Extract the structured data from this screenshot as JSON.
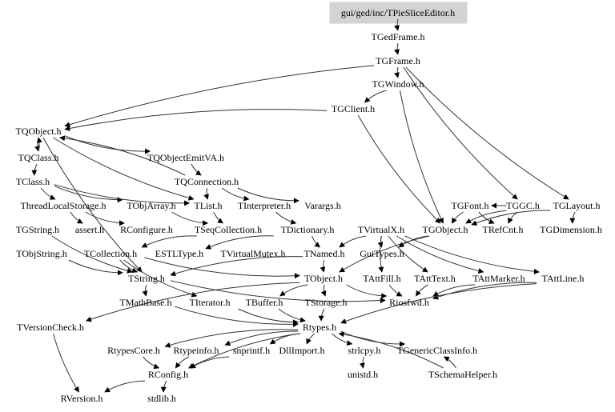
{
  "diagram": {
    "title": "gui/ged/inc/TPieSliceEditor.h",
    "type": "include-dependency-graph",
    "root": "gui/ged/inc/TPieSliceEditor.h",
    "colors": {
      "root_fill": "#d3d3d3",
      "edge": "#333333",
      "text": "#000000",
      "background": "#ffffff"
    },
    "nodes": [
      {
        "id": "root",
        "label": "gui/ged/inc/TPieSliceEditor.h"
      },
      {
        "id": "TGedFrame",
        "label": "TGedFrame.h"
      },
      {
        "id": "TGFrame",
        "label": "TGFrame.h"
      },
      {
        "id": "TGWindow",
        "label": "TGWindow.h"
      },
      {
        "id": "TGClient",
        "label": "TGClient.h"
      },
      {
        "id": "TQObject",
        "label": "TQObject.h"
      },
      {
        "id": "TQClass",
        "label": "TQClass.h"
      },
      {
        "id": "TQObjectEmitVA",
        "label": "TQObjectEmitVA.h"
      },
      {
        "id": "TClass",
        "label": "TClass.h"
      },
      {
        "id": "TQConnection",
        "label": "TQConnection.h"
      },
      {
        "id": "ThreadLocalStorage",
        "label": "ThreadLocalStorage.h"
      },
      {
        "id": "TObjArray",
        "label": "TObjArray.h"
      },
      {
        "id": "TList",
        "label": "TList.h"
      },
      {
        "id": "TInterpreter",
        "label": "TInterpreter.h"
      },
      {
        "id": "Varargs",
        "label": "Varargs.h"
      },
      {
        "id": "TGFont",
        "label": "TGFont.h"
      },
      {
        "id": "TGGC",
        "label": "TGGC.h"
      },
      {
        "id": "TGLayout",
        "label": "TGLayout.h"
      },
      {
        "id": "TGString",
        "label": "TGString.h"
      },
      {
        "id": "assert",
        "label": "assert.h"
      },
      {
        "id": "RConfigure",
        "label": "RConfigure.h"
      },
      {
        "id": "TSeqCollection",
        "label": "TSeqCollection.h"
      },
      {
        "id": "TDictionary",
        "label": "TDictionary.h"
      },
      {
        "id": "TVirtualX",
        "label": "TVirtualX.h"
      },
      {
        "id": "TGObject",
        "label": "TGObject.h"
      },
      {
        "id": "TRefCnt",
        "label": "TRefCnt.h"
      },
      {
        "id": "TGDimension",
        "label": "TGDimension.h"
      },
      {
        "id": "TObjString",
        "label": "TObjString.h"
      },
      {
        "id": "TCollection",
        "label": "TCollection.h"
      },
      {
        "id": "ESTLType",
        "label": "ESTLType.h"
      },
      {
        "id": "TVirtualMutex",
        "label": "TVirtualMutex.h"
      },
      {
        "id": "TNamed",
        "label": "TNamed.h"
      },
      {
        "id": "GuiTypes",
        "label": "GuiTypes.h"
      },
      {
        "id": "TString",
        "label": "TString.h"
      },
      {
        "id": "TObject",
        "label": "TObject.h"
      },
      {
        "id": "TAttFill",
        "label": "TAttFill.h"
      },
      {
        "id": "TAttText",
        "label": "TAttText.h"
      },
      {
        "id": "TAttMarker",
        "label": "TAttMarker.h"
      },
      {
        "id": "TAttLine",
        "label": "TAttLine.h"
      },
      {
        "id": "TMathBase",
        "label": "TMathBase.h"
      },
      {
        "id": "TIterator",
        "label": "TIterator.h"
      },
      {
        "id": "TBuffer",
        "label": "TBuffer.h"
      },
      {
        "id": "TStorage",
        "label": "TStorage.h"
      },
      {
        "id": "Riosfwd",
        "label": "Riosfwd.h"
      },
      {
        "id": "TVersionCheck",
        "label": "TVersionCheck.h"
      },
      {
        "id": "Rtypes",
        "label": "Rtypes.h"
      },
      {
        "id": "RtypesCore",
        "label": "RtypesCore.h"
      },
      {
        "id": "Rtypeinfo",
        "label": "Rtypeinfo.h"
      },
      {
        "id": "snprintf",
        "label": "snprintf.h"
      },
      {
        "id": "DllImport",
        "label": "DllImport.h"
      },
      {
        "id": "strlcpy",
        "label": "strlcpy.h"
      },
      {
        "id": "TGenericClassInfo",
        "label": "TGenericClassInfo.h"
      },
      {
        "id": "RConfig",
        "label": "RConfig.h"
      },
      {
        "id": "unistd",
        "label": "unistd.h"
      },
      {
        "id": "TSchemaHelper",
        "label": "TSchemaHelper.h"
      },
      {
        "id": "RVersion",
        "label": "RVersion.h"
      },
      {
        "id": "stdlib",
        "label": "stdlib.h"
      }
    ],
    "edges": [
      [
        "root",
        "TGedFrame"
      ],
      [
        "TGedFrame",
        "TGFrame"
      ],
      [
        "TGFrame",
        "TGWindow"
      ],
      [
        "TGFrame",
        "TQObject"
      ],
      [
        "TGFrame",
        "TGGC"
      ],
      [
        "TGFrame",
        "TGLayout"
      ],
      [
        "TGWindow",
        "TGClient"
      ],
      [
        "TGWindow",
        "TGObject"
      ],
      [
        "TGClient",
        "TQObject"
      ],
      [
        "TGClient",
        "TGObject"
      ],
      [
        "TQObject",
        "TQClass"
      ],
      [
        "TQObject",
        "TQObjectEmitVA"
      ],
      [
        "TQObject",
        "TList"
      ],
      [
        "TQObject",
        "TString"
      ],
      [
        "TQClass",
        "TQObject"
      ],
      [
        "TQClass",
        "TClass"
      ],
      [
        "TQObjectEmitVA",
        "TQConnection"
      ],
      [
        "TQConnection",
        "TQObject"
      ],
      [
        "TQConnection",
        "TList"
      ],
      [
        "TQConnection",
        "TInterpreter"
      ],
      [
        "TQConnection",
        "Varargs"
      ],
      [
        "TClass",
        "ThreadLocalStorage"
      ],
      [
        "TClass",
        "TObjArray"
      ],
      [
        "TClass",
        "TList"
      ],
      [
        "ThreadLocalStorage",
        "RConfigure"
      ],
      [
        "ThreadLocalStorage",
        "assert"
      ],
      [
        "TObjArray",
        "TSeqCollection"
      ],
      [
        "TList",
        "TSeqCollection"
      ],
      [
        "TInterpreter",
        "TDictionary"
      ],
      [
        "TSeqCollection",
        "TCollection"
      ],
      [
        "TDictionary",
        "TNamed"
      ],
      [
        "TDictionary",
        "ESTLType"
      ],
      [
        "TGGC",
        "TGObject"
      ],
      [
        "TGGC",
        "TRefCnt"
      ],
      [
        "TGGC",
        "TGFont"
      ],
      [
        "TGFont",
        "TGObject"
      ],
      [
        "TGFont",
        "TRefCnt"
      ],
      [
        "TGLayout",
        "TGDimension"
      ],
      [
        "TGLayout",
        "TGObject"
      ],
      [
        "TGObject",
        "TObject"
      ],
      [
        "TGObject",
        "GuiTypes"
      ],
      [
        "TVirtualX",
        "GuiTypes"
      ],
      [
        "TVirtualX",
        "TNamed"
      ],
      [
        "TVirtualX",
        "TAttFill"
      ],
      [
        "TVirtualX",
        "TAttText"
      ],
      [
        "TVirtualX",
        "TAttLine"
      ],
      [
        "TVirtualX",
        "TAttMarker"
      ],
      [
        "TGString",
        "TString"
      ],
      [
        "TObjString",
        "TString"
      ],
      [
        "TCollection",
        "TObject"
      ],
      [
        "TCollection",
        "TIterator"
      ],
      [
        "TCollection",
        "TString"
      ],
      [
        "TNamed",
        "TObject"
      ],
      [
        "TNamed",
        "TString"
      ],
      [
        "TString",
        "TMathBase"
      ],
      [
        "TString",
        "Riosfwd"
      ],
      [
        "TObject",
        "TStorage"
      ],
      [
        "TObject",
        "TBuffer"
      ],
      [
        "TObject",
        "Riosfwd"
      ],
      [
        "TObject",
        "TVersionCheck"
      ],
      [
        "TAttFill",
        "Riosfwd"
      ],
      [
        "TAttText",
        "Riosfwd"
      ],
      [
        "TAttMarker",
        "Riosfwd"
      ],
      [
        "TAttLine",
        "Riosfwd"
      ],
      [
        "TMathBase",
        "Rtypes"
      ],
      [
        "TIterator",
        "Rtypes"
      ],
      [
        "TBuffer",
        "Rtypes"
      ],
      [
        "TStorage",
        "Rtypes"
      ],
      [
        "TAttLine",
        "Rtypes"
      ],
      [
        "TVersionCheck",
        "RVersion"
      ],
      [
        "Rtypes",
        "RtypesCore"
      ],
      [
        "Rtypes",
        "Rtypeinfo"
      ],
      [
        "Rtypes",
        "snprintf"
      ],
      [
        "Rtypes",
        "DllImport"
      ],
      [
        "Rtypes",
        "strlcpy"
      ],
      [
        "Rtypes",
        "TGenericClassInfo"
      ],
      [
        "Rtypes",
        "RConfig"
      ],
      [
        "TSchemaHelper",
        "TGenericClassInfo"
      ],
      [
        "TSchemaHelper",
        "Rtypes"
      ],
      [
        "RtypesCore",
        "RConfig"
      ],
      [
        "Rtypeinfo",
        "RConfig"
      ],
      [
        "snprintf",
        "RConfig"
      ],
      [
        "strlcpy",
        "unistd"
      ],
      [
        "RConfig",
        "RVersion"
      ],
      [
        "RConfig",
        "stdlib"
      ]
    ]
  }
}
